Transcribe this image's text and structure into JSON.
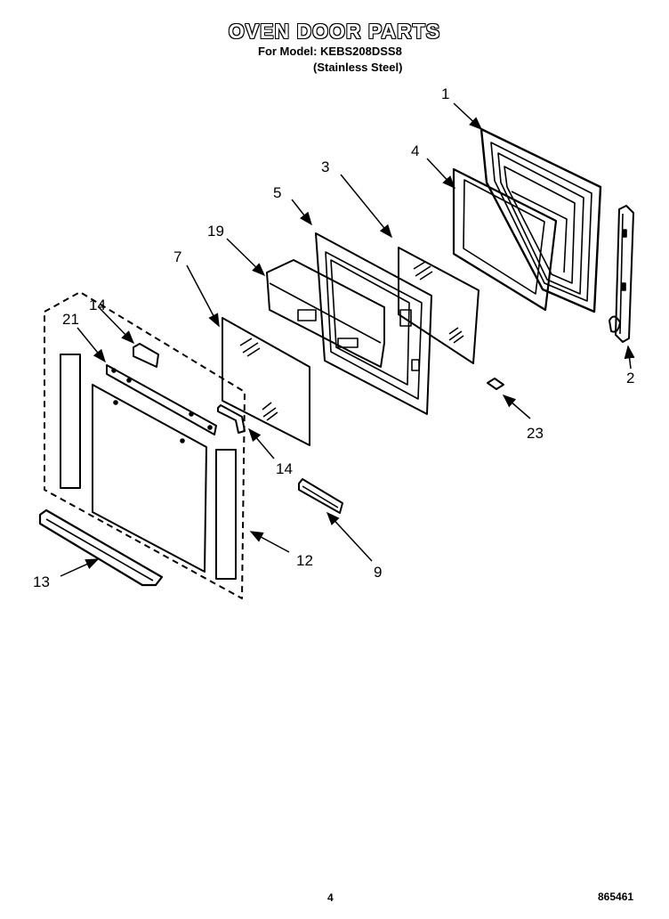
{
  "header": {
    "title": "OVEN DOOR PARTS",
    "model": "For Model: KEBS208DSS8",
    "material": "(Stainless Steel)"
  },
  "footer": {
    "page": "4",
    "doc_number": "865461"
  },
  "callouts": {
    "p1": "1",
    "p2": "2",
    "p3": "3",
    "p4": "4",
    "p5": "5",
    "p7": "7",
    "p9": "9",
    "p12": "12",
    "p13": "13",
    "p14a": "14",
    "p14b": "14",
    "p19": "19",
    "p21": "21",
    "p23": "23"
  }
}
